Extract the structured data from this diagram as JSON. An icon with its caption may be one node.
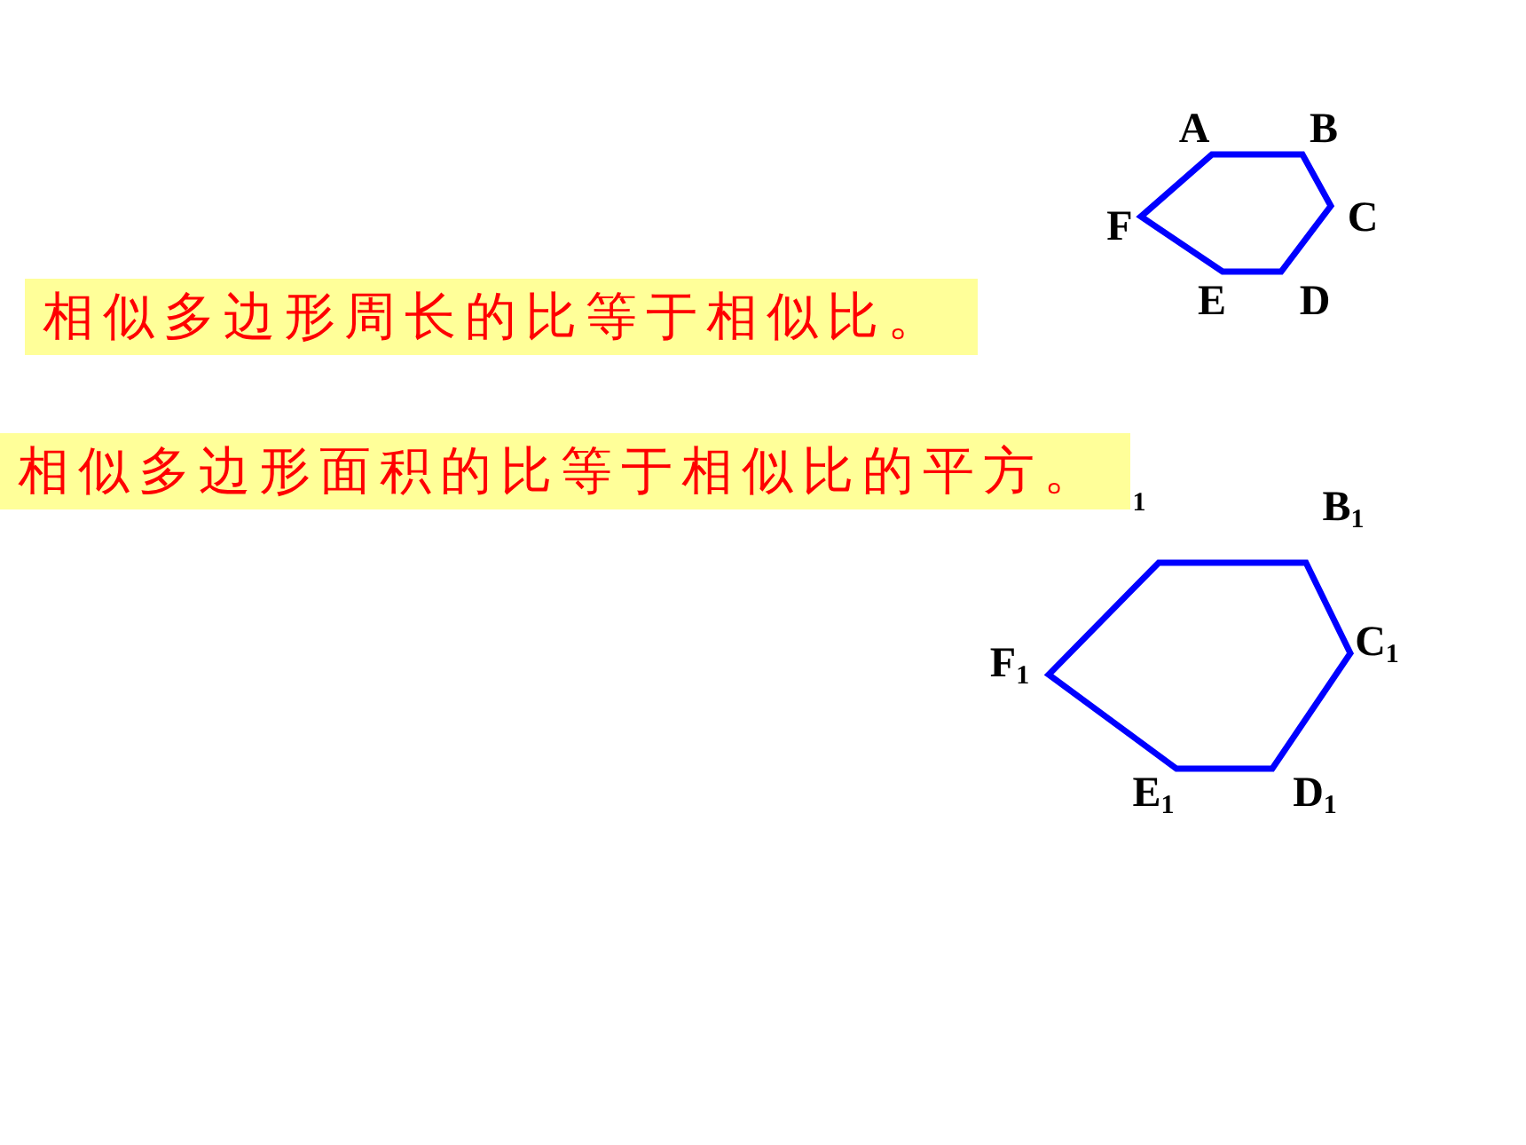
{
  "diagram": {
    "nodes": [
      {
        "text": [
          "相似多边形周长的比等于相似比。"
        ]
      },
      {
        "text": [
          "相似多边形面积的比等于相似比的平方。"
        ]
      }
    ],
    "labels": [
      "A",
      "B",
      "F",
      "C",
      "E",
      "D",
      "1",
      "B$_{1}$",
      "C$_{1}$",
      "F$_{1}$",
      "E$_{1}$",
      "D$_{1}$"
    ]
  }
}
